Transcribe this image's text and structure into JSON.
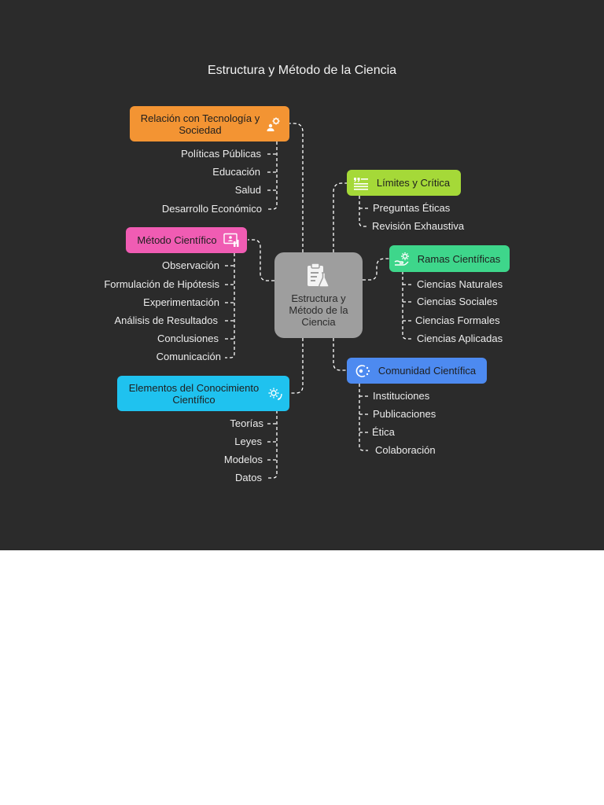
{
  "title": "Estructura y Método de la Ciencia",
  "center": {
    "label": "Estructura y Método de la Ciencia"
  },
  "branches": {
    "tecnologia": {
      "label": "Relación con Tecnología y Sociedad",
      "color": "#f39433",
      "icon": "gear-person-icon",
      "items": [
        "Políticas Públicas",
        "Educación",
        "Salud",
        "Desarrollo Económico"
      ]
    },
    "metodo": {
      "label": "Método Científico",
      "color": "#f05cb3",
      "icon": "presentation-icon",
      "items": [
        "Observación",
        "Formulación de Hipótesis",
        "Experimentación",
        "Análisis de Resultados",
        "Conclusiones",
        "Comunicación"
      ]
    },
    "elementos": {
      "label": "Elementos del Conocimiento Científico",
      "color": "#1fc2ef",
      "icon": "gear-cycle-icon",
      "items": [
        "Teorías",
        "Leyes",
        "Modelos",
        "Datos"
      ]
    },
    "limites": {
      "label": "Límites y Crítica",
      "color": "#a5d938",
      "icon": "quote-text-icon",
      "items": [
        "Preguntas Éticas",
        "Revisión Exhaustiva"
      ]
    },
    "ramas": {
      "label": "Ramas Científicas",
      "color": "#3ed68b",
      "icon": "gear-hand-icon",
      "items": [
        "Ciencias Naturales",
        "Ciencias Sociales",
        "Ciencias Formales",
        "Ciencias Aplicadas"
      ]
    },
    "comunidad": {
      "label": "Comunidad Científica",
      "color": "#4d8af0",
      "icon": "community-icon",
      "items": [
        "Instituciones",
        "Publicaciones",
        "Ética",
        "Colaboración"
      ]
    }
  }
}
